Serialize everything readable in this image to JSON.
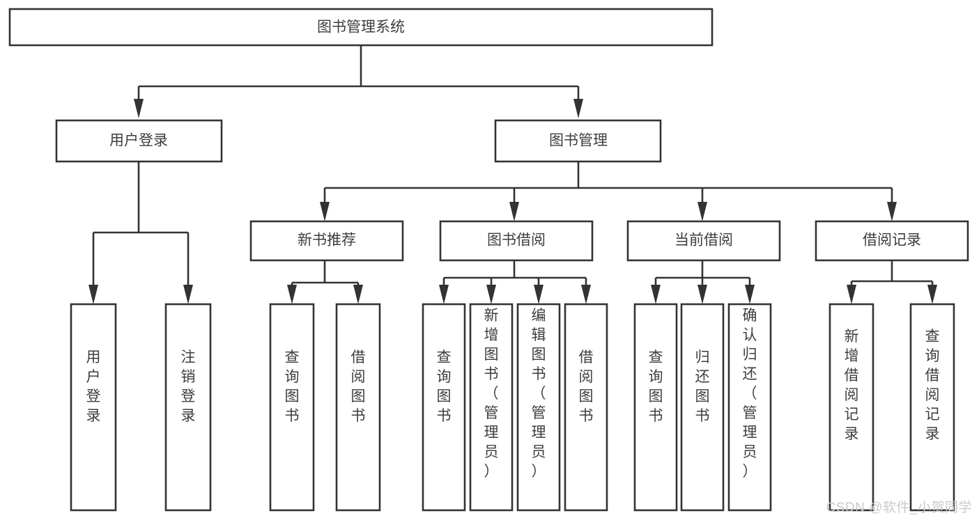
{
  "diagram": {
    "type": "tree",
    "title": "图书管理系统",
    "orientation": "top-down",
    "watermark": "CSDN @软件_小贺同学",
    "colors": {
      "box_stroke": "#333333",
      "box_fill": "#ffffff",
      "text": "#3d3d3d",
      "background": "#ffffff",
      "watermark": "#c9c9c9"
    },
    "root": {
      "id": "root",
      "label": "图书管理系统",
      "orient": "horizontal"
    },
    "level2": [
      {
        "id": "user-login",
        "label": "用户登录",
        "orient": "horizontal"
      },
      {
        "id": "book-manage",
        "label": "图书管理",
        "orient": "horizontal"
      }
    ],
    "level3": [
      {
        "id": "new-book-recommend",
        "label": "新书推荐",
        "orient": "horizontal",
        "parent": "book-manage"
      },
      {
        "id": "book-borrow",
        "label": "图书借阅",
        "orient": "horizontal",
        "parent": "book-manage"
      },
      {
        "id": "current-borrow",
        "label": "当前借阅",
        "orient": "horizontal",
        "parent": "book-manage"
      },
      {
        "id": "borrow-record",
        "label": "借阅记录",
        "orient": "horizontal",
        "parent": "book-manage"
      }
    ],
    "leaves": [
      {
        "id": "leaf-user-login",
        "label": "用户登录",
        "orient": "vertical",
        "parent": "user-login"
      },
      {
        "id": "leaf-logout-login",
        "label": "注销登录",
        "orient": "vertical",
        "parent": "user-login"
      },
      {
        "id": "leaf-query-book-1",
        "label": "查询图书",
        "orient": "vertical",
        "parent": "new-book-recommend"
      },
      {
        "id": "leaf-borrow-book-1",
        "label": "借阅图书",
        "orient": "vertical",
        "parent": "new-book-recommend"
      },
      {
        "id": "leaf-query-book-2",
        "label": "查询图书",
        "orient": "vertical",
        "parent": "book-borrow"
      },
      {
        "id": "leaf-add-book",
        "label": "新增图书（管理员）",
        "orient": "vertical",
        "parent": "book-borrow"
      },
      {
        "id": "leaf-edit-book",
        "label": "编辑图书（管理员）",
        "orient": "vertical",
        "parent": "book-borrow"
      },
      {
        "id": "leaf-borrow-book-2",
        "label": "借阅图书",
        "orient": "vertical",
        "parent": "book-borrow"
      },
      {
        "id": "leaf-query-book-3",
        "label": "查询图书",
        "orient": "vertical",
        "parent": "current-borrow"
      },
      {
        "id": "leaf-return-book",
        "label": "归还图书",
        "orient": "vertical",
        "parent": "current-borrow"
      },
      {
        "id": "leaf-confirm-return",
        "label": "确认归还（管理员）",
        "orient": "vertical",
        "parent": "current-borrow"
      },
      {
        "id": "leaf-add-record",
        "label": "新增借阅记录",
        "orient": "vertical",
        "parent": "borrow-record"
      },
      {
        "id": "leaf-query-record",
        "label": "查询借阅记录",
        "orient": "vertical",
        "parent": "borrow-record"
      }
    ]
  }
}
